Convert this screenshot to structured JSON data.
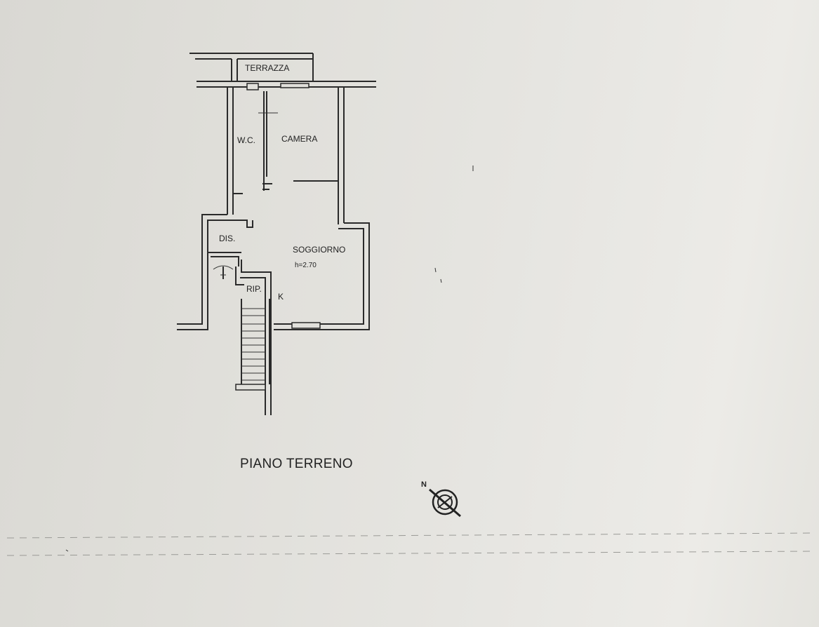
{
  "drawing": {
    "title": "PIANO TERRENO",
    "rooms": {
      "terrazza": "TERRAZZA",
      "wc": "W.C.",
      "camera": "CAMERA",
      "dis": "DIS.",
      "soggiorno": "SOGGIORNO",
      "height": "h=2.70",
      "rip": "RIP.",
      "k": "K"
    },
    "compass": {
      "north_label": "N"
    }
  }
}
